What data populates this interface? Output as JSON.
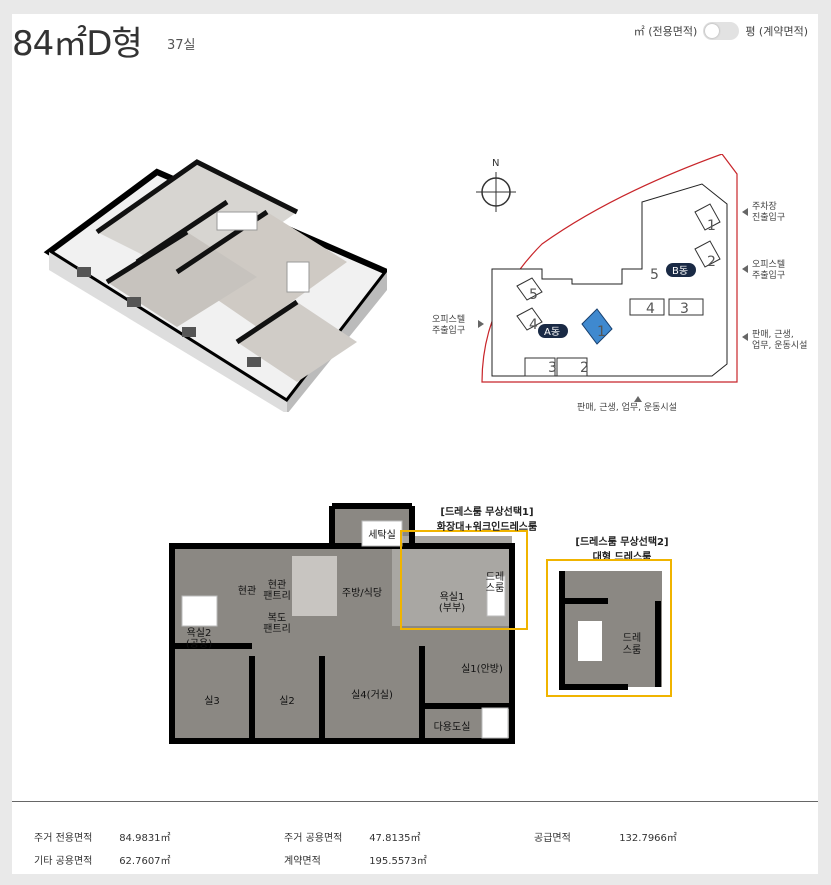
{
  "header": {
    "title": "84㎡D형",
    "count": "37실",
    "unit_left": "㎡ (전용면적)",
    "unit_right": "평 (계약면적)"
  },
  "site": {
    "north": "N",
    "entrances": {
      "parking": "주차장\n진출입구",
      "officetel_right": "오피스텔\n주출입구",
      "commercial_right": "판매, 근생,\n업무, 운동시설",
      "officetel_left": "오피스텔\n주출입구",
      "commercial_bottom": "판매, 근생, 업무, 운동시설"
    },
    "buildings": {
      "a_label": "A동",
      "b_label": "B동",
      "numbers": [
        "1",
        "2",
        "3",
        "4",
        "5"
      ]
    }
  },
  "plan": {
    "rooms": {
      "laundry": "세탁실",
      "kitchen": "주방/식당",
      "entry": "현관",
      "pantry1": "현관\n팬트리",
      "pantry2": "복도\n팬트리",
      "bath2": "욕실2\n(공용)",
      "bath1": "욕실1\n(부부)",
      "dress": "드레\n스룸",
      "room1": "실1(안방)",
      "room2": "실2",
      "room3": "실3",
      "room4": "실4(거실)",
      "multi": "다용도실"
    },
    "option1_title": "[드레스룸 무상선택1]",
    "option1_sub": "화장대+워크인드레스룸",
    "option2_title": "[드레스룸 무상선택2]",
    "option2_sub": "대형 드레스룸",
    "option2_dress": "드레\n스룸",
    "accent": "#f0b400"
  },
  "areas": [
    {
      "label": "주거 전용면적",
      "value": "84.9831㎡"
    },
    {
      "label": "주거 공용면적",
      "value": "47.8135㎡"
    },
    {
      "label": "공급면적",
      "value": "132.7966㎡"
    },
    {
      "label": "기타 공용면적",
      "value": "62.7607㎡"
    },
    {
      "label": "계약면적",
      "value": "195.5573㎡"
    }
  ]
}
